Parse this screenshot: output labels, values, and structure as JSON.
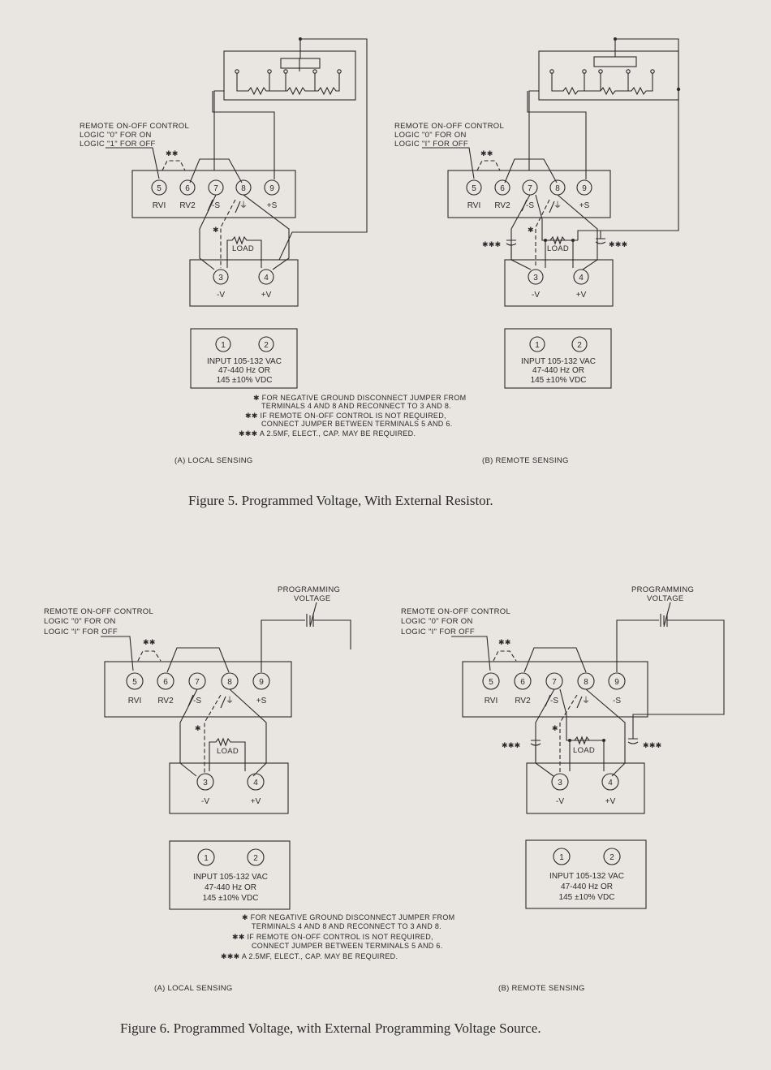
{
  "fig5": {
    "caption": "Figure 5. Programmed Voltage, With External Resistor.",
    "panel_a": {
      "remote_label": [
        "REMOTE ON-OFF CONTROL",
        "LOGIC \"0\" FOR ON",
        "LOGIC \"1\" FOR OFF"
      ],
      "terminals": [
        "5",
        "6",
        "7",
        "8",
        "9"
      ],
      "terminal_labels": [
        "RVI",
        "RV2",
        "-S",
        "⏚",
        "+S"
      ],
      "load": "LOAD",
      "out_terminals": [
        "3",
        "4"
      ],
      "out_labels": [
        "-V",
        "+V"
      ],
      "input_terminals": [
        "1",
        "2"
      ],
      "input_lines": [
        "INPUT 105-132 VAC",
        "47-440 Hz OR",
        "145 ±10% VDC"
      ],
      "sensing": "(A) LOCAL SENSING"
    },
    "panel_b": {
      "remote_label": [
        "REMOTE ON-OFF CONTROL",
        "LOGIC \"0\" FOR ON",
        "LOGIC \"I\" FOR OFF"
      ],
      "terminals": [
        "5",
        "6",
        "7",
        "8",
        "9"
      ],
      "terminal_labels": [
        "RVI",
        "RV2",
        "-S",
        "⏚",
        "+S"
      ],
      "load": "LOAD",
      "out_terminals": [
        "3",
        "4"
      ],
      "out_labels": [
        "-V",
        "+V"
      ],
      "input_terminals": [
        "1",
        "2"
      ],
      "input_lines": [
        "INPUT 105-132 VAC",
        "47-440 Hz OR",
        "145 ±10% VDC"
      ],
      "sensing": "(B) REMOTE SENSING"
    },
    "notes": [
      "✱ FOR NEGATIVE GROUND DISCONNECT JUMPER FROM",
      "TERMINALS 4 AND 8 AND RECONNECT TO 3 AND 8.",
      "✱✱ IF REMOTE ON-OFF CONTROL IS NOT REQUIRED,",
      "CONNECT JUMPER BETWEEN TERMINALS 5 AND 6.",
      "✱✱✱ A 2.5MF, ELECT., CAP. MAY BE REQUIRED."
    ]
  },
  "fig6": {
    "caption": "Figure 6. Programmed Voltage, with External Programming Voltage Source.",
    "programming_voltage": [
      "PROGRAMMING",
      "VOLTAGE"
    ],
    "panel_a": {
      "remote_label": [
        "REMOTE ON-OFF CONTROL",
        "LOGIC \"0\" FOR ON",
        "LOGIC \"I\" FOR OFF"
      ],
      "terminals": [
        "5",
        "6",
        "7",
        "8",
        "9"
      ],
      "terminal_labels": [
        "RVI",
        "RV2",
        "-S",
        "⏚",
        "+S"
      ],
      "load": "LOAD",
      "out_terminals": [
        "3",
        "4"
      ],
      "out_labels": [
        "-V",
        "+V"
      ],
      "input_terminals": [
        "1",
        "2"
      ],
      "input_lines": [
        "INPUT 105-132 VAC",
        "47-440 Hz OR",
        "145 ±10% VDC"
      ],
      "sensing": "(A) LOCAL SENSING"
    },
    "panel_b": {
      "remote_label": [
        "REMOTE ON-OFF CONTROL",
        "LOGIC \"0\" FOR ON",
        "LOGIC \"I\" FOR OFF"
      ],
      "terminals": [
        "5",
        "6",
        "7",
        "8",
        "9"
      ],
      "terminal_labels": [
        "RVI",
        "RV2",
        "-S",
        "⏚",
        "-S"
      ],
      "load": "LOAD",
      "out_terminals": [
        "3",
        "4"
      ],
      "out_labels": [
        "-V",
        "+V"
      ],
      "input_terminals": [
        "1",
        "2"
      ],
      "input_lines": [
        "INPUT 105-132 VAC",
        "47-440 Hz OR",
        "145 ±10% VDC"
      ],
      "sensing": "(B) REMOTE SENSING"
    },
    "notes": [
      "✱ FOR NEGATIVE GROUND DISCONNECT JUMPER FROM",
      "TERMINALS 4 AND 8 AND RECONNECT TO 3 AND 8.",
      "✱✱ IF REMOTE ON-OFF CONTROL IS NOT REQUIRED,",
      "CONNECT JUMPER BETWEEN TERMINALS 5 AND 6.",
      "✱✱✱ A 2.5MF, ELECT., CAP. MAY BE REQUIRED."
    ]
  },
  "markers": {
    "one": "✱",
    "two": "✱✱",
    "three": "✱✱✱"
  }
}
